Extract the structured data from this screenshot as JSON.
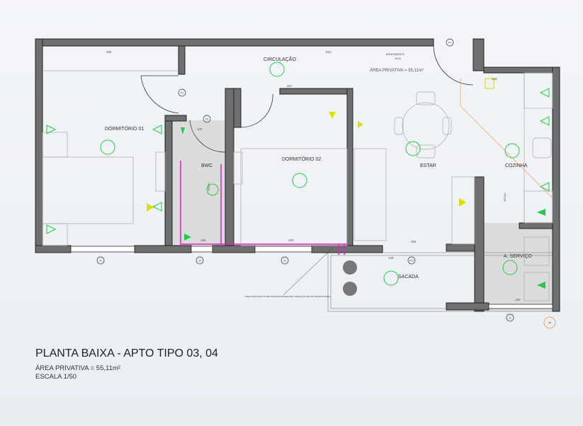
{
  "title": "PLANTA BAIXA - APTO TIPO 03, 04",
  "area": "ÁREA PRIVATIVA = 55,11m²",
  "scale": "ESCALA 1/50",
  "plan": {
    "apartment_label": "APARTAMENTO",
    "apartment_number": "03,04",
    "apartment_area": "ÁREA PRIVATIVA = 55,11m²",
    "rooms": {
      "dorm1": "DORMITÓRIO 01",
      "bwc": "BWC",
      "circulacao": "CIRCULAÇÃO",
      "dorm2": "DORMITÓRIO 02",
      "estar": "ESTAR",
      "cozinha": "COZINHA",
      "servico": "A. SERVIÇO",
      "sacada": "SACADA"
    },
    "tags": {
      "p1": "P1",
      "p2": "P2",
      "j1": "J1",
      "j2": "J2",
      "pj1": "PJ1",
      "vp": "VP"
    },
    "dims": {
      "d280": "280",
      "d815": "815",
      "d267": "267",
      "d165": "165",
      "d120": "120",
      "d240": "240",
      "d238": "238",
      "d150": "150",
      "d258": "258",
      "d200": "200"
    },
    "note": "TUBULAÇÃO DE PVC Ø50 PARA PASSAGEM DE TUBULAÇÃO DE AR CONDICIONADO",
    "vista1": "VISTA 1",
    "vista2": "VISTA 2"
  }
}
